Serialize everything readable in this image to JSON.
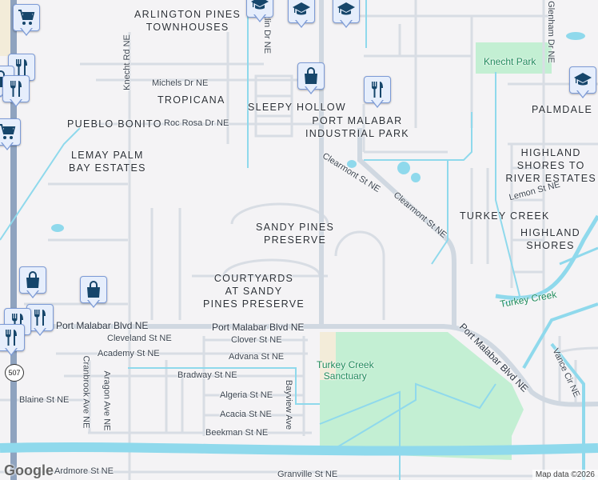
{
  "map": {
    "colors": {
      "background": "#f4f3f5",
      "road": "#d5dbe3",
      "highway": "#8fa3bf",
      "water": "#8fd9ec",
      "park": "#c3efd3",
      "park_text": "#1e8a5a"
    },
    "areas": {
      "arlington": "ARLINGTON PINES",
      "arlington2": "TOWNHOUSES",
      "tropicana": "TROPICANA",
      "pueblo": "PUEBLO BONITO",
      "lemay": "LEMAY PALM",
      "lemay2": "BAY ESTATES",
      "sleepy": "SLEEPY HOLLOW",
      "portmalabar": "PORT MALABAR",
      "portmalabar2": "INDUSTRIAL PARK",
      "palmdale": "PALMDALE",
      "highland_shores_tr": "HIGHLAND",
      "highland_shores_tr2": "SHORES TO",
      "highland_shores_tr3": "RIVER ESTATES",
      "turkeycreek": "TURKEY CREEK",
      "highland": "HIGHLAND",
      "highland2": "SHORES",
      "sandy": "SANDY PINES",
      "sandy2": "PRESERVE",
      "courtyards": "COURTYARDS",
      "courtyards2": "AT SANDY",
      "courtyards3": "PINES PRESERVE"
    },
    "streets": {
      "knecht": "Knecht Rd NE",
      "michels": "Michels Dr NE",
      "rocrosa": "Roc Rosa Dr NE",
      "franklin": "Franklin Dr NE",
      "glenham": "Glenham Dr NE",
      "clearmont1": "Clearmont St NE",
      "clearmont2": "Clearmont St NE",
      "lemon": "Lemon St NE",
      "pmb_left": "Port Malabar Blvd NE",
      "pmb_mid": "Port Malabar Blvd NE",
      "pmb_right": "Port Malabar Blvd NE",
      "cleveland": "Cleveland St NE",
      "clover": "Clover St NE",
      "academy": "Academy St NE",
      "advana": "Advana St NE",
      "cranbrook": "Cranbrook Ave NE",
      "aragon": "Aragon Ave NE",
      "bradway": "Bradway St NE",
      "algeria": "Algeria St NE",
      "acacia": "Acacia St NE",
      "bayview": "Bayview Ave",
      "blaine": "Blaine St NE",
      "beekman": "Beekman St NE",
      "ardmore": "Ardmore St NE",
      "granville": "Granville St NE",
      "vance": "Vance Cir NE"
    },
    "parks": {
      "knecht": "Knecht Park",
      "sanctuary": "Turkey Creek",
      "sanctuary2": "Sanctuary",
      "creek": "Turkey Creek"
    },
    "route_shield": "507",
    "logo": "Google",
    "attribution": "Map data ©2026"
  }
}
